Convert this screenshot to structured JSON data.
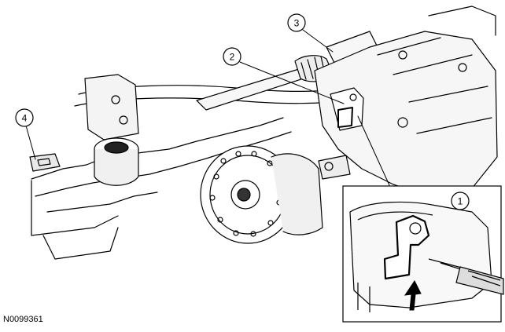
{
  "figure": {
    "id": "N0099361",
    "callouts": [
      {
        "label": "1"
      },
      {
        "label": "2"
      },
      {
        "label": "3"
      },
      {
        "label": "4"
      }
    ]
  }
}
